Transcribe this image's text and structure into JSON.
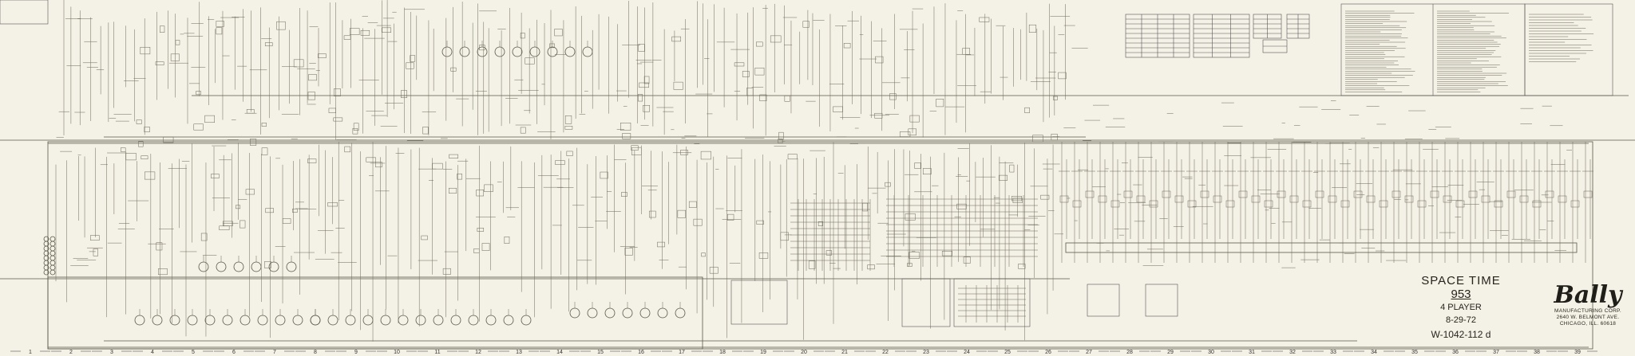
{
  "title_block": {
    "title": "SPACE TIME",
    "game_number": "953",
    "players": "4 PLAYER",
    "date": "8-29-72",
    "drawing_number": "W-1042-112 d"
  },
  "manufacturer": {
    "logo_text": "Bally",
    "line1": "MANUFACTURING CORP.",
    "line2": "2640 W. BELMONT AVE.",
    "line3": "CHICAGO, ILL. 60618"
  },
  "zone_numbers": [
    "1",
    "2",
    "3",
    "4",
    "5",
    "6",
    "7",
    "8",
    "9",
    "10",
    "11",
    "12",
    "13",
    "14",
    "15",
    "16",
    "17",
    "18",
    "19",
    "20",
    "21",
    "22",
    "23",
    "24",
    "25",
    "26",
    "27",
    "28",
    "29",
    "30",
    "31",
    "32",
    "33",
    "34",
    "35",
    "36",
    "37",
    "38",
    "39"
  ],
  "colors": {
    "paper": "#f4f1e6",
    "ink": "#4a4a3c"
  }
}
